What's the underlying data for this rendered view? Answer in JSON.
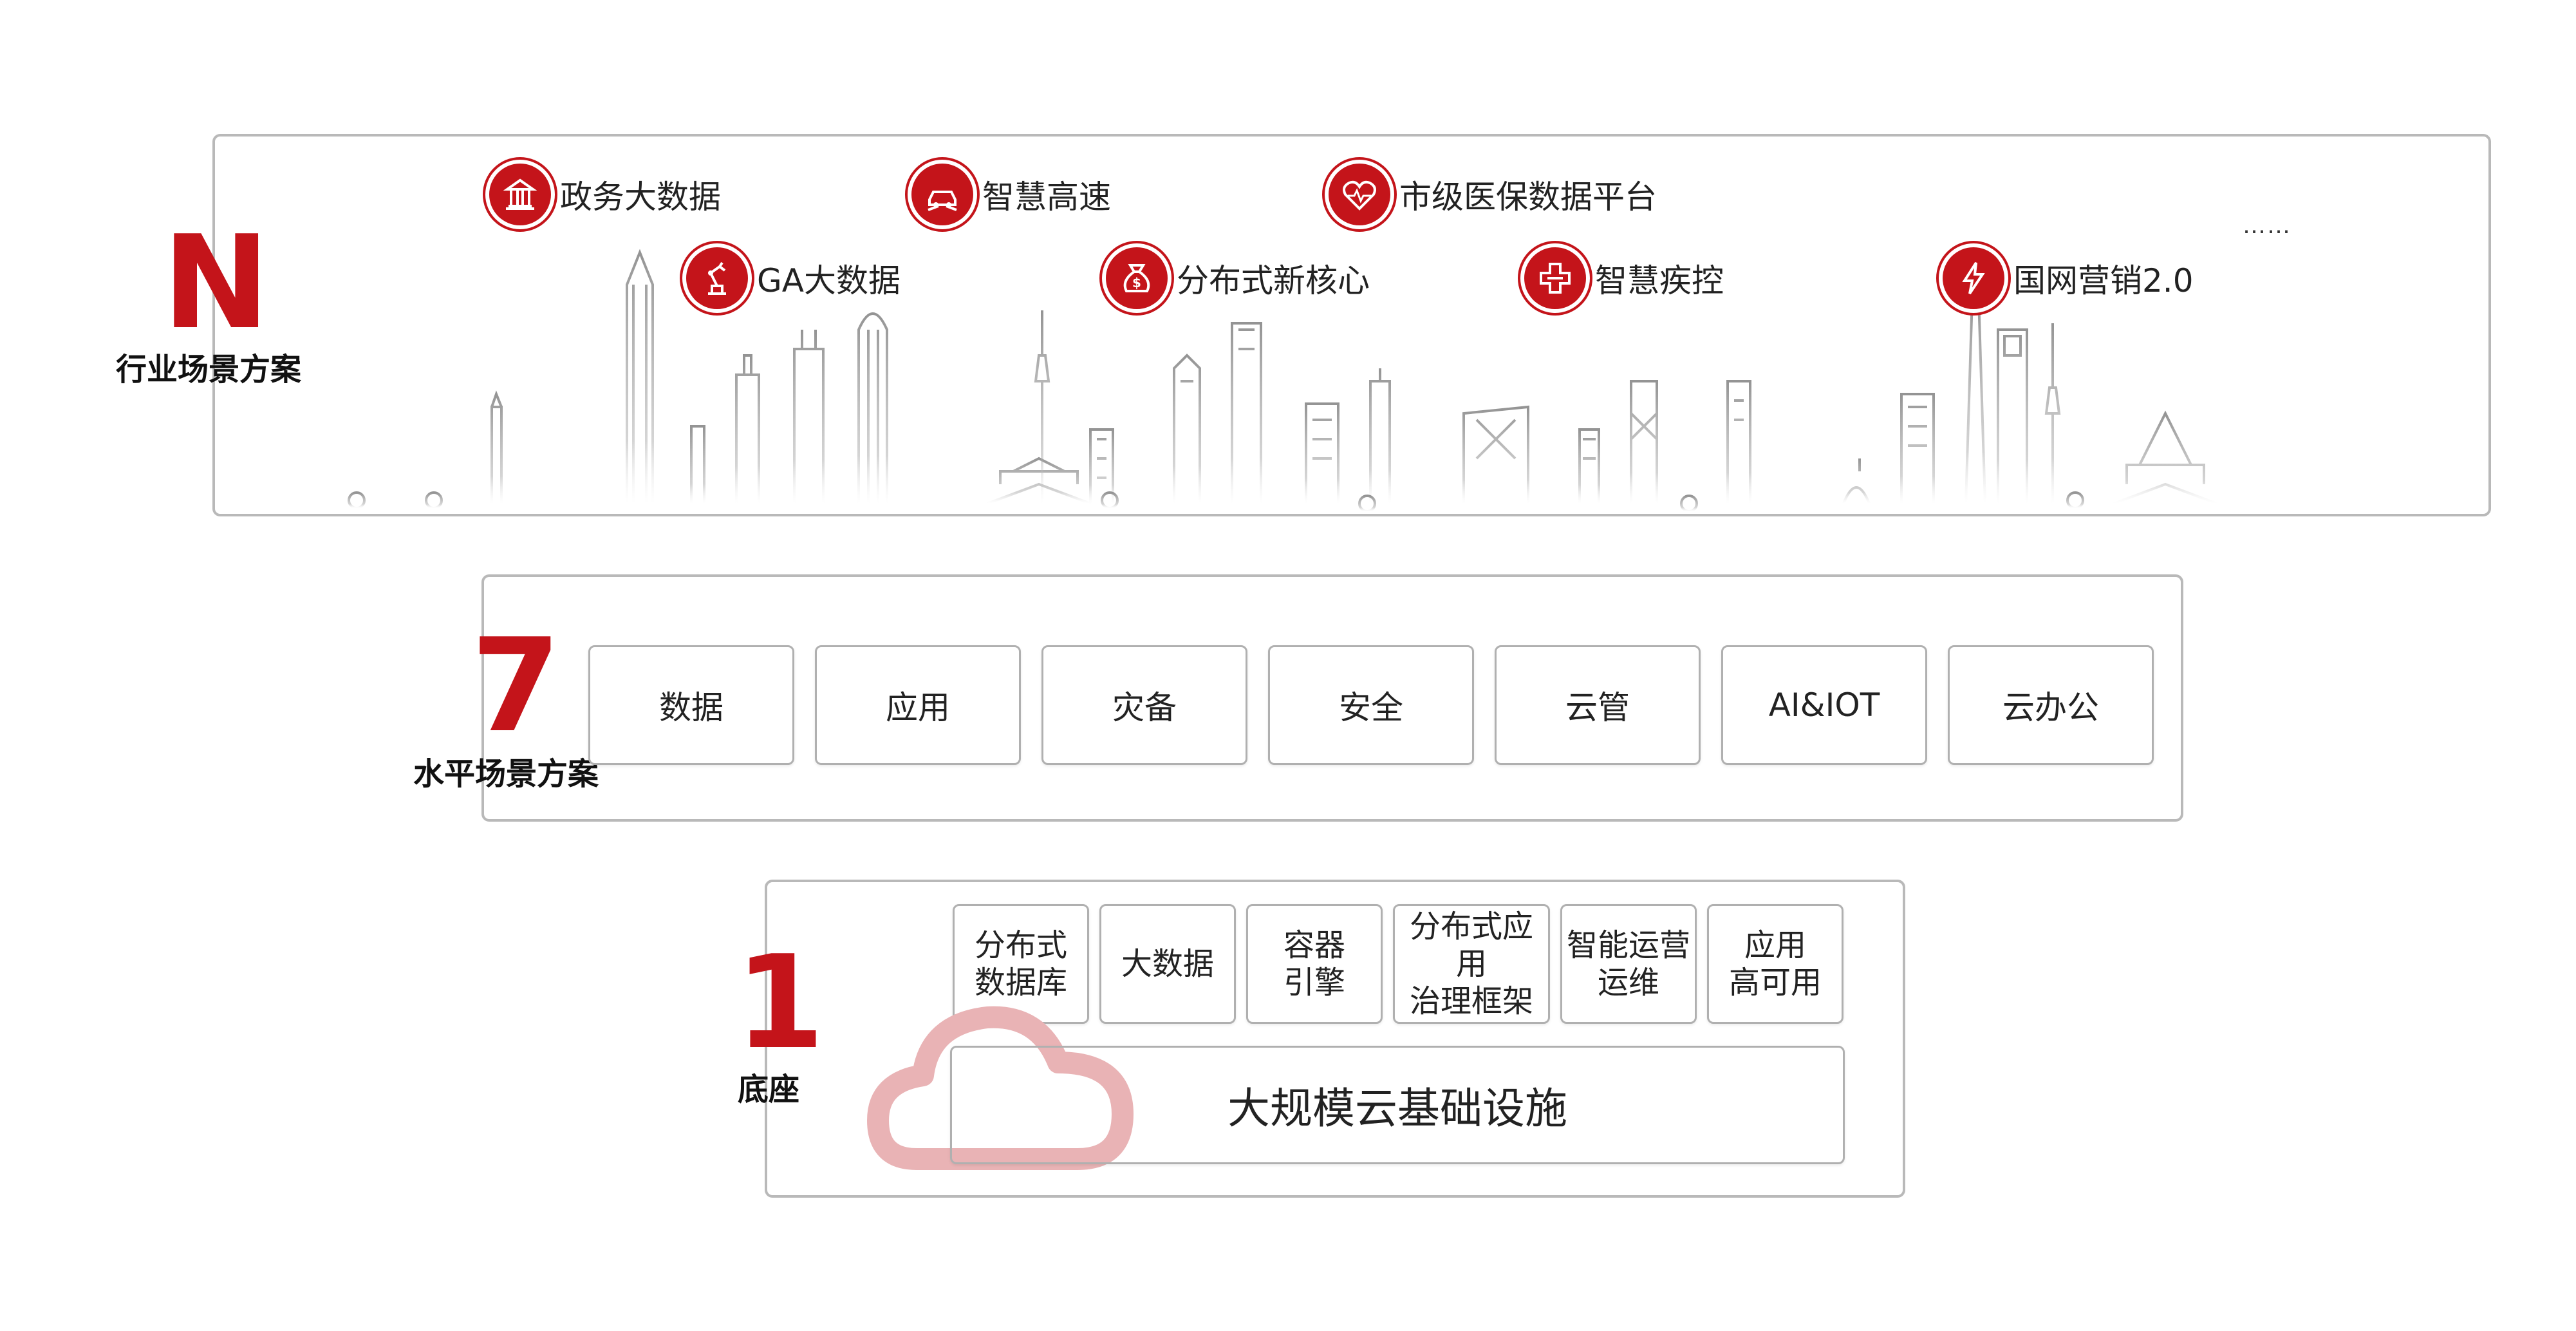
{
  "tiers": {
    "n": {
      "number": "N",
      "label": "行业场景方案",
      "scenarios": [
        {
          "label": "政务大数据",
          "icon": "government-building-icon"
        },
        {
          "label": "GA大数据",
          "icon": "robot-arm-icon"
        },
        {
          "label": "智慧高速",
          "icon": "highway-car-icon"
        },
        {
          "label": "分布式新核心",
          "icon": "money-bag-icon"
        },
        {
          "label": "市级医保数据平台",
          "icon": "heart-pulse-icon"
        },
        {
          "label": "智慧疾控",
          "icon": "medical-cross-icon"
        },
        {
          "label": "国网营销2.0",
          "icon": "lightning-icon"
        }
      ],
      "more": "……"
    },
    "seven": {
      "number": "7",
      "label": "水平场景方案",
      "items": [
        "数据",
        "应用",
        "灾备",
        "安全",
        "云管",
        "AI&IOT",
        "云办公"
      ]
    },
    "one": {
      "number": "1",
      "label": "底座",
      "modules": [
        "分布式\n数据库",
        "大数据",
        "容器\n引擎",
        "分布式应用\n治理框架",
        "智能运营\n运维",
        "应用\n高可用"
      ],
      "infrastructure": "大规模云基础设施"
    }
  },
  "colors": {
    "accent": "#c4141a",
    "border": "#b9b9b9",
    "cloud": "#e9b3b5"
  }
}
